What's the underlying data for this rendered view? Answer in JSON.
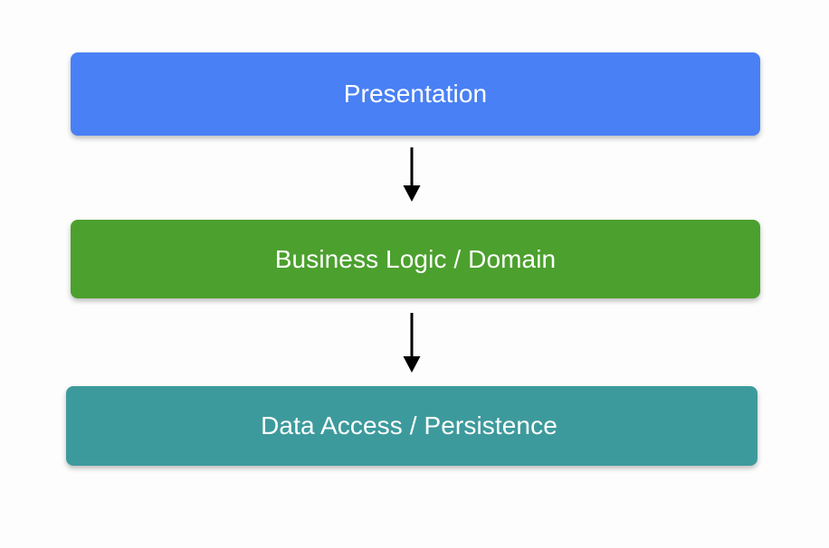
{
  "diagram": {
    "type": "layered-architecture-flow",
    "title": "",
    "background_color": "#fdfdfd",
    "orientation": "vertical-top-down",
    "layers": [
      {
        "id": "presentation",
        "label": "Presentation",
        "color": "#4a80f5",
        "text_color": "#ffffff",
        "order": 1
      },
      {
        "id": "business-logic",
        "label": "Business Logic / Domain",
        "color": "#4ca02e",
        "text_color": "#ffffff",
        "order": 2
      },
      {
        "id": "data-access",
        "label": "Data Access / Persistence",
        "color": "#3d9a9c",
        "text_color": "#ffffff",
        "order": 3
      }
    ],
    "connectors": [
      {
        "id": "presentation-to-business",
        "from": "presentation",
        "to": "business-logic",
        "style": "solid-arrow",
        "color": "#000000",
        "direction": "down"
      },
      {
        "id": "business-to-data",
        "from": "business-logic",
        "to": "data-access",
        "style": "solid-arrow",
        "color": "#000000",
        "direction": "down"
      }
    ]
  }
}
